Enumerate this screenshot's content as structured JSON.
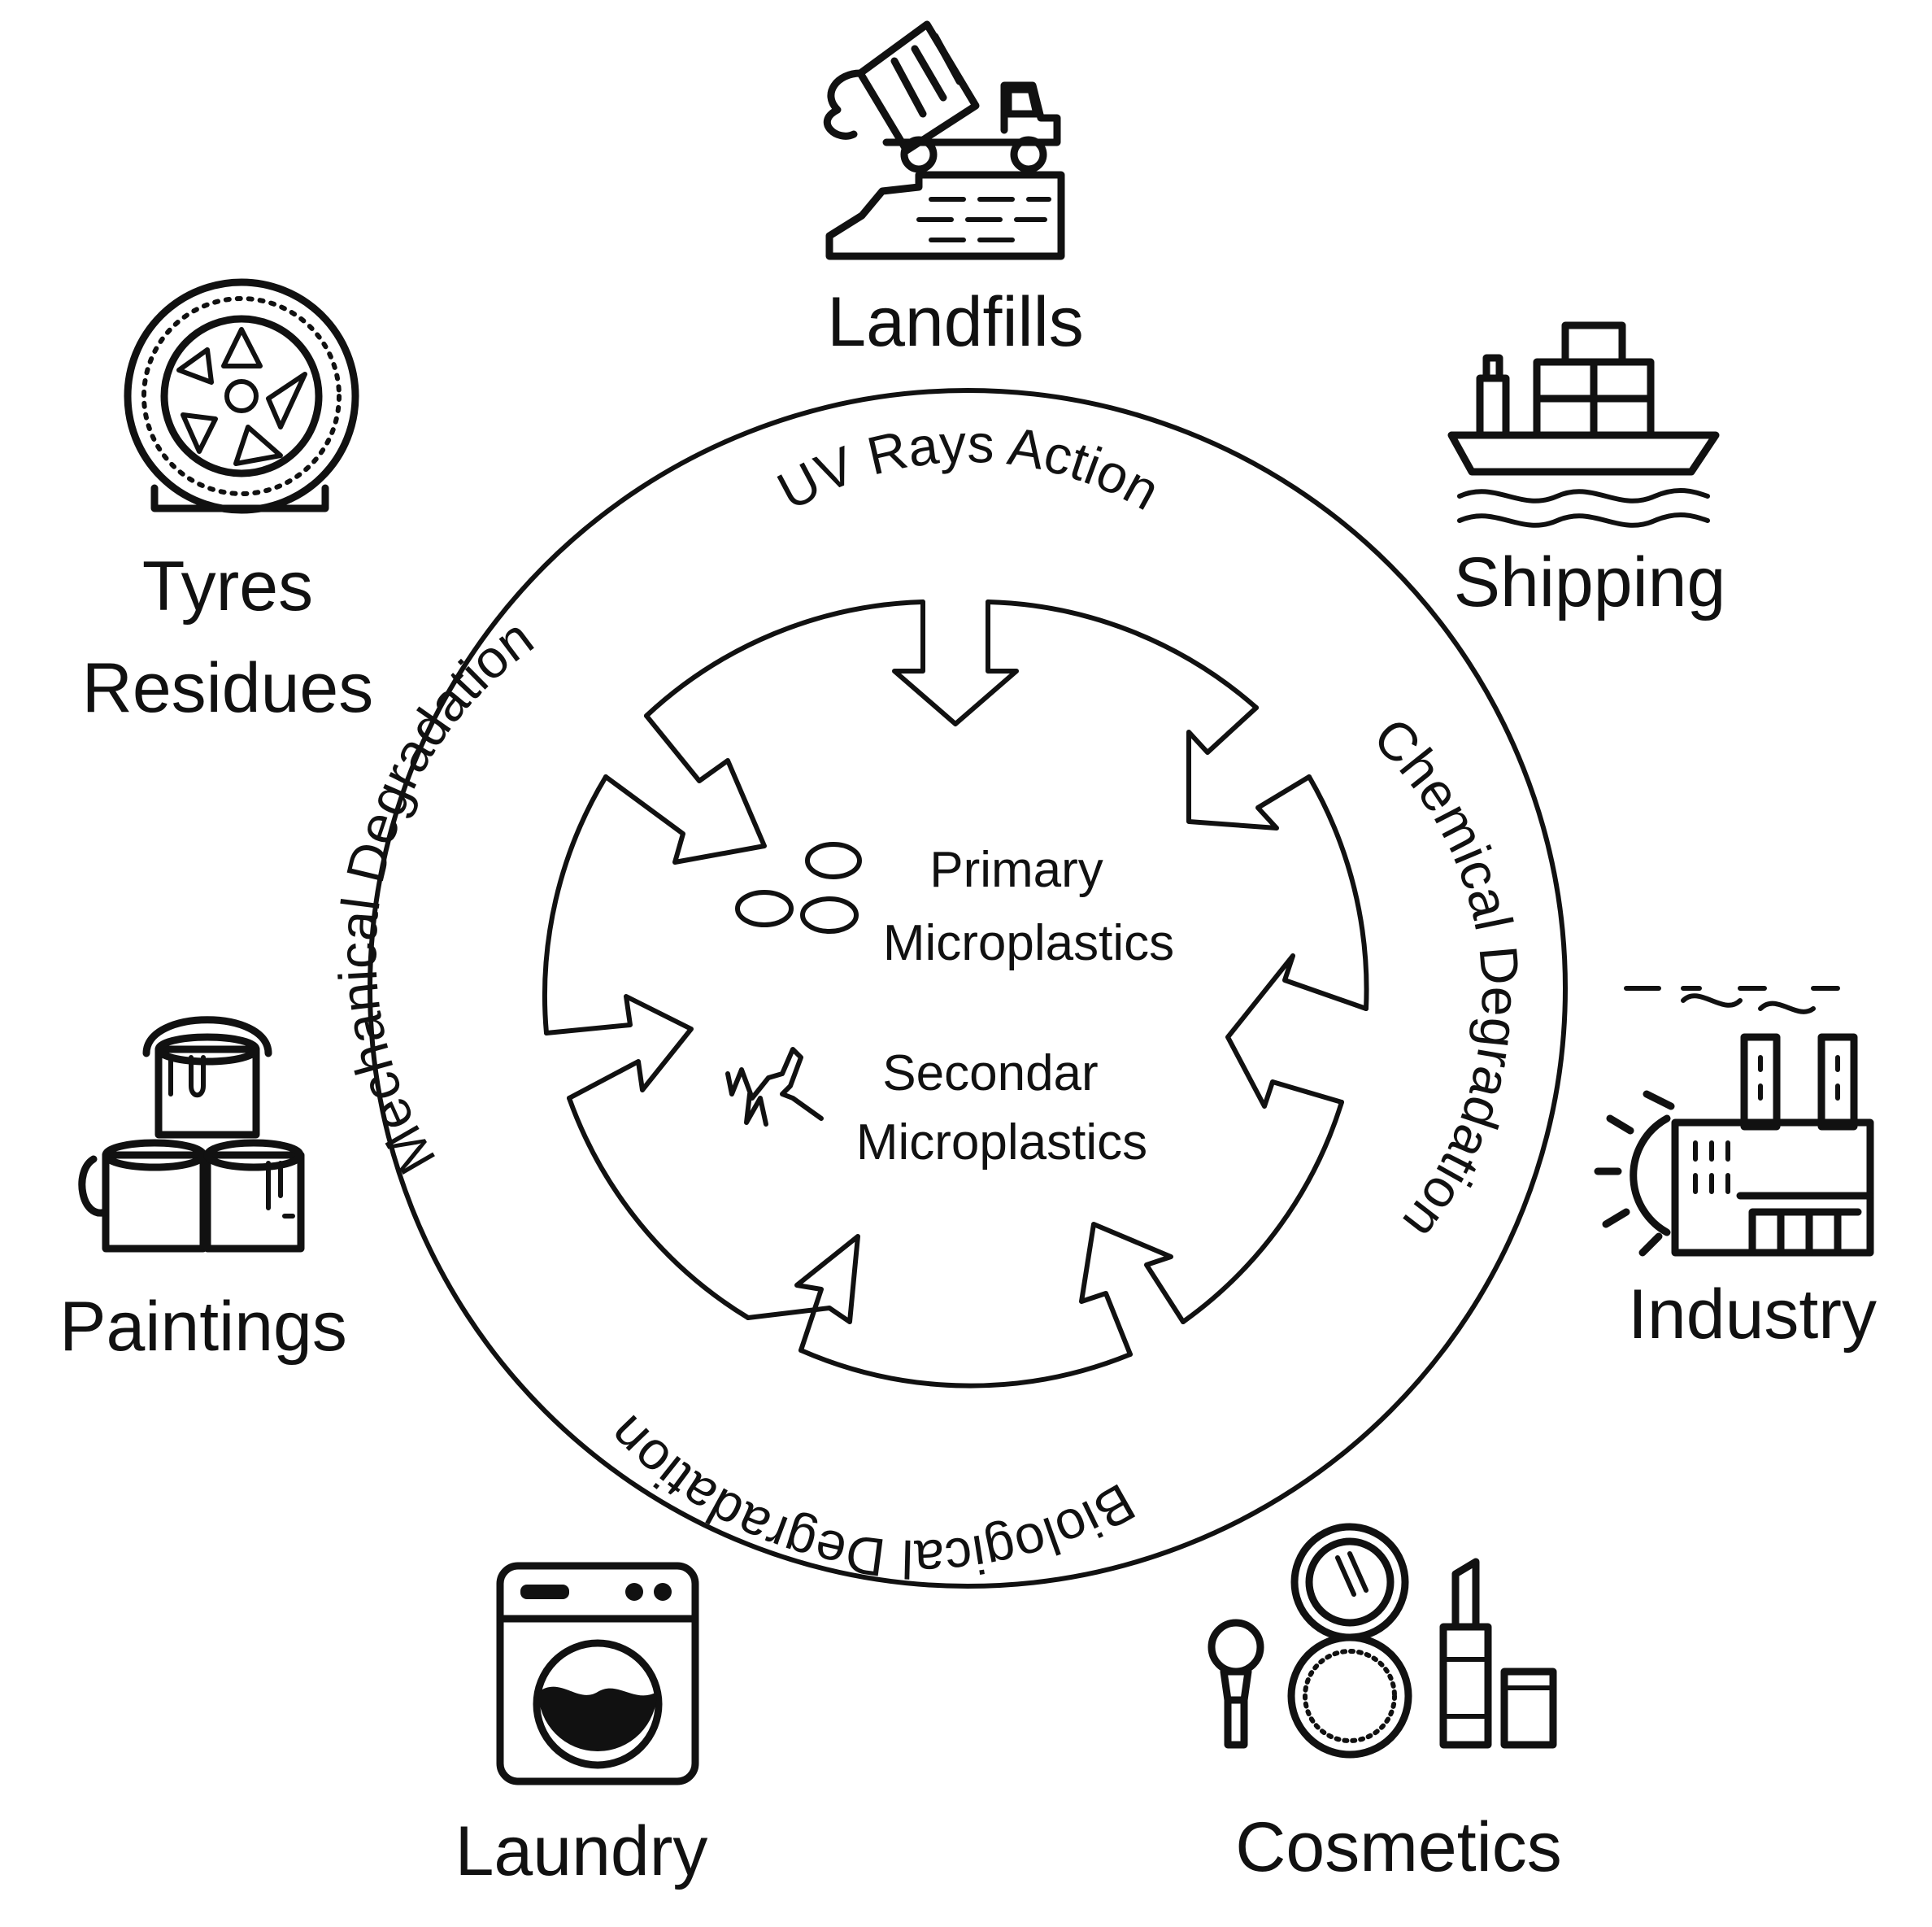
{
  "sources": {
    "landfills": "Landfills",
    "tyres_line1": "Tyres",
    "tyres_line2": "Residues",
    "shipping": "Shipping",
    "paintings": "Paintings",
    "industry": "Industry",
    "laundry": "Laundry",
    "cosmetics": "Cosmetics"
  },
  "processes": {
    "uv": "UV Rays  Action",
    "chemical": "Chemical  Degradation",
    "biological": "Biological  Degradation",
    "mechanical": "Mechanical  Degradation"
  },
  "center": {
    "primary_line1": "Primary",
    "primary_line2": "Microplastics",
    "secondary_line1": "Secondar",
    "secondary_line2": "Microplastics"
  },
  "icons": [
    "landfill-truck-icon",
    "tyre-icon",
    "ship-icon",
    "paint-buckets-icon",
    "factory-icon",
    "washing-machine-icon",
    "cosmetics-icon"
  ]
}
